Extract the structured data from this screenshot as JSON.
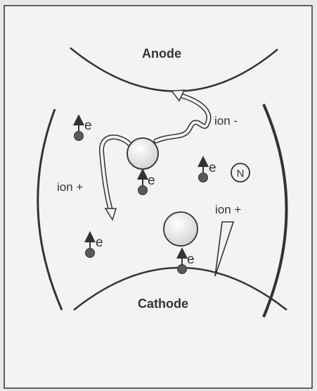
{
  "labels": {
    "anode": "Anode",
    "cathode": "Cathode",
    "ion_minus": "ion -",
    "ion_plus_left": "ion +",
    "ion_plus_right": "ion +",
    "neutral": "N",
    "electron": "e"
  },
  "colors": {
    "background": "#e9e9e9",
    "stroke": "#333333",
    "electron_fill": "#5a5a5a",
    "ion_fill": "#ededed"
  }
}
